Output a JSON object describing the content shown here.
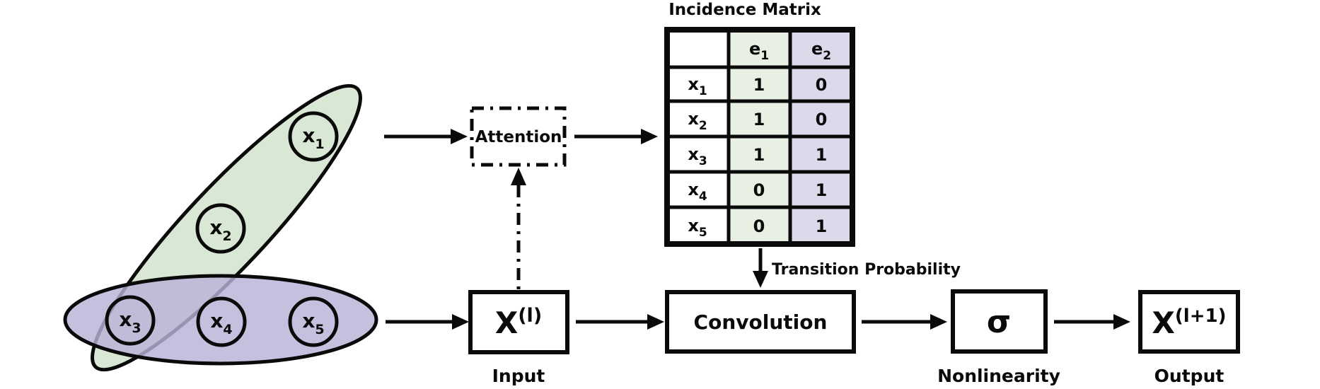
{
  "colors": {
    "edge_green_fill": "#d9e8d4",
    "edge_purple_fill": "rgba(186,178,216,0.82)",
    "cell_green": "#e7f0e2",
    "cell_purple": "#ded8eb",
    "ink": "#0a0a0a"
  },
  "hypergraph": {
    "nodes": [
      {
        "base": "x",
        "sub": "1"
      },
      {
        "base": "x",
        "sub": "2"
      },
      {
        "base": "x",
        "sub": "3"
      },
      {
        "base": "x",
        "sub": "4"
      },
      {
        "base": "x",
        "sub": "5"
      }
    ]
  },
  "attention": {
    "label": "Attention"
  },
  "incidence_matrix": {
    "title": "Incidence Matrix",
    "col_headers": [
      {
        "base": "e",
        "sub": "1"
      },
      {
        "base": "e",
        "sub": "2"
      }
    ],
    "rows": [
      {
        "label": {
          "base": "x",
          "sub": "1"
        },
        "values": [
          "1",
          "0"
        ]
      },
      {
        "label": {
          "base": "x",
          "sub": "2"
        },
        "values": [
          "1",
          "0"
        ]
      },
      {
        "label": {
          "base": "x",
          "sub": "3"
        },
        "values": [
          "1",
          "1"
        ]
      },
      {
        "label": {
          "base": "x",
          "sub": "4"
        },
        "values": [
          "0",
          "1"
        ]
      },
      {
        "label": {
          "base": "x",
          "sub": "5"
        },
        "values": [
          "0",
          "1"
        ]
      }
    ]
  },
  "transition": {
    "label": "Transition Probability"
  },
  "pipeline": {
    "input": {
      "base": "X",
      "sup": "(l)",
      "caption": "Input"
    },
    "convolution": {
      "label": "Convolution"
    },
    "nonlinearity": {
      "symbol": "σ",
      "caption": "Nonlinearity"
    },
    "output": {
      "base": "X",
      "sup": "(l+1)",
      "caption": "Output"
    }
  }
}
